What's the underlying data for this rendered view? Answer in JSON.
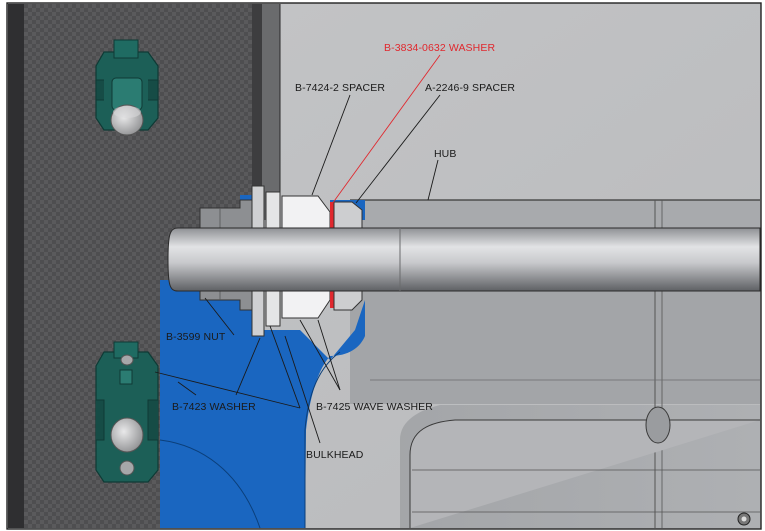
{
  "labels": {
    "washer_red": "B-3834-0632 WASHER",
    "spacer_b": "B-7424-2 SPACER",
    "spacer_a": "A-2246-9 SPACER",
    "hub": "HUB",
    "nut": "B-3599 NUT",
    "washer": "B-7423 WASHER",
    "wave_washer": "B-7425 WAVE WASHER",
    "bulkhead": "BULKHEAD"
  },
  "colors": {
    "callout_red": "#e0282e",
    "bulkhead_blue": "#1a66c0",
    "connector_teal": "#1c5f57",
    "hub_gray": "#9a9c9f"
  }
}
